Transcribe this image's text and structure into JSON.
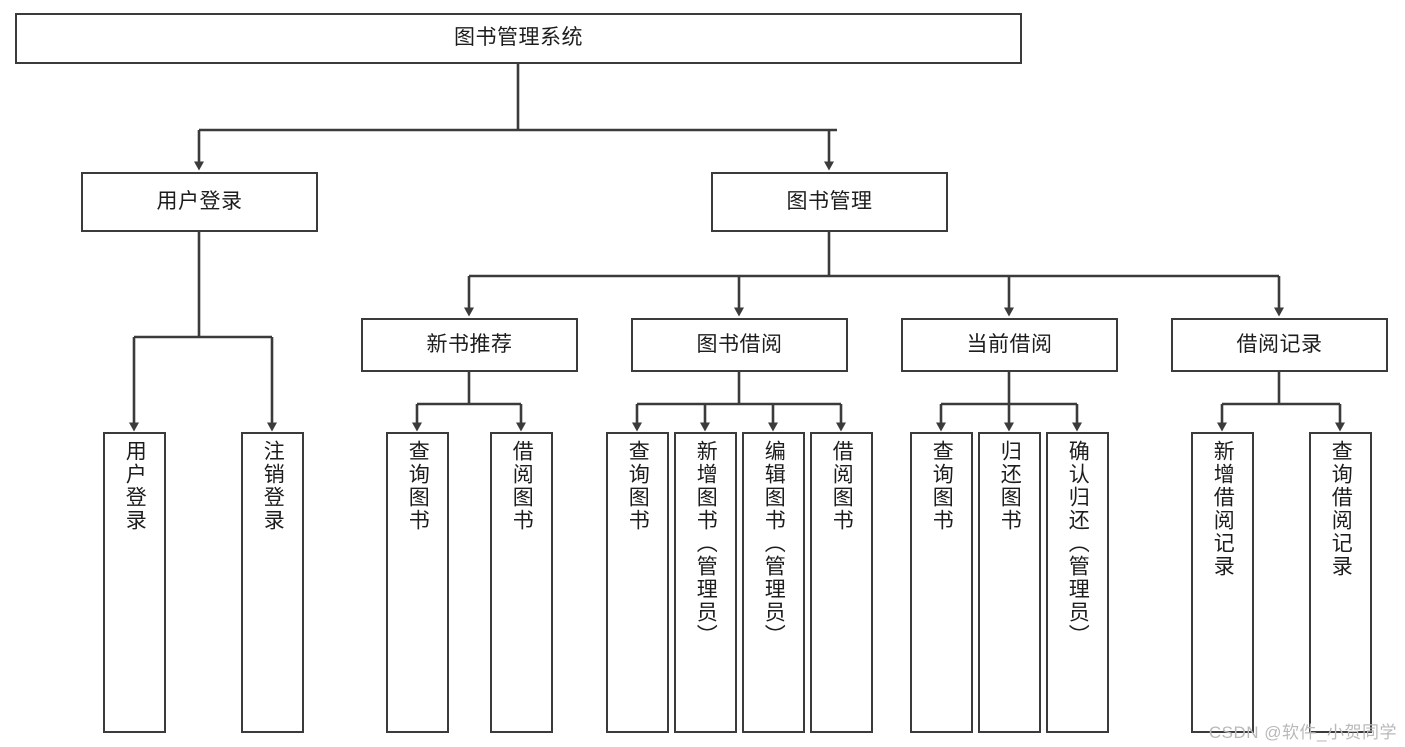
{
  "diagram": {
    "title": "图书管理系统",
    "type": "tree",
    "watermark": "CSDN @软件_小贺同学",
    "colors": {
      "border": "#3b3b3b",
      "edge": "#3b3b3b",
      "background": "#ffffff",
      "text": "#1d1d1d",
      "watermark": "#b9b9b9"
    },
    "levels": {
      "root": [
        "图书管理系统"
      ],
      "level2": [
        "用户登录",
        "图书管理"
      ],
      "level3": [
        "新书推荐",
        "图书借阅",
        "当前借阅",
        "借阅记录"
      ],
      "level4": [
        "用户登录",
        "注销登录",
        "查询图书",
        "借阅图书",
        "查询图书",
        "新增图书（管理员）",
        "编辑图书（管理员）",
        "借阅图书",
        "查询图书",
        "归还图书",
        "确认归还（管理员）",
        "新增借阅记录",
        "查询借阅记录"
      ]
    },
    "nodes": {
      "root": {
        "label": "图书管理系统"
      },
      "user_login": {
        "label": "用户登录"
      },
      "book_mgmt": {
        "label": "图书管理"
      },
      "new_book_rec": {
        "label": "新书推荐"
      },
      "book_borrow": {
        "label": "图书借阅"
      },
      "current_borrow": {
        "label": "当前借阅"
      },
      "borrow_record": {
        "label": "借阅记录"
      },
      "leaf_user_login": {
        "label": "用户登录"
      },
      "leaf_logout": {
        "label": "注销登录"
      },
      "leaf_query_book_1": {
        "label": "查询图书"
      },
      "leaf_borrow_book_1": {
        "label": "借阅图书"
      },
      "leaf_query_book_2": {
        "label": "查询图书"
      },
      "leaf_add_book": {
        "label": "新增图书（管理员）"
      },
      "leaf_edit_book": {
        "label": "编辑图书（管理员）"
      },
      "leaf_borrow_book_2": {
        "label": "借阅图书"
      },
      "leaf_query_book_3": {
        "label": "查询图书"
      },
      "leaf_return_book": {
        "label": "归还图书"
      },
      "leaf_confirm_return": {
        "label": "确认归还（管理员）"
      },
      "leaf_add_record": {
        "label": "新增借阅记录"
      },
      "leaf_query_record": {
        "label": "查询借阅记录"
      }
    }
  }
}
